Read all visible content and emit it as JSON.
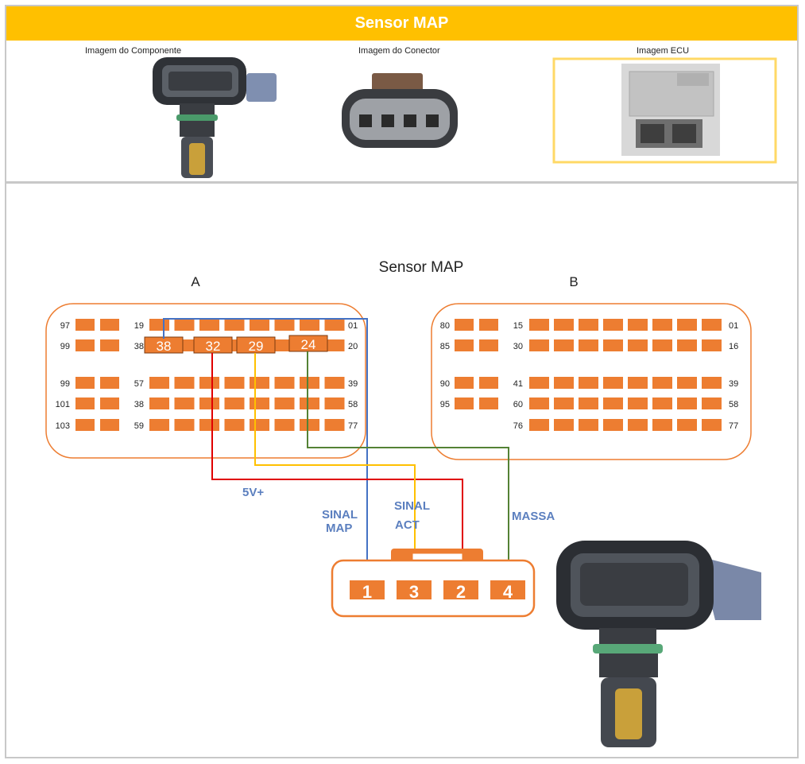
{
  "header": {
    "title": "Sensor MAP"
  },
  "images": {
    "component_caption": "Imagem do Componente",
    "connector_caption": "Imagem do Conector",
    "ecu_caption": "Imagem ECU"
  },
  "diagram": {
    "title": "Sensor MAP",
    "connector_a": {
      "label": "A",
      "rows": [
        {
          "left": "97",
          "mid": "19",
          "right": "01"
        },
        {
          "left": "99",
          "mid": "38",
          "right": "20"
        },
        {
          "left": "99",
          "mid": "57",
          "right": "39"
        },
        {
          "left": "101",
          "mid": "38",
          "right": "58"
        },
        {
          "left": "103",
          "mid": "59",
          "right": "77"
        }
      ],
      "highlighted_pins": [
        "38",
        "32",
        "29",
        "24"
      ]
    },
    "connector_b": {
      "label": "B",
      "rows": [
        {
          "left": "80",
          "mid": "15",
          "right": "01"
        },
        {
          "left": "85",
          "mid": "30",
          "right": "16"
        },
        {
          "left": "90",
          "mid": "41",
          "right": "39"
        },
        {
          "left": "95",
          "mid": "60",
          "right": "58"
        },
        {
          "left": "",
          "mid": "76",
          "right": "77"
        }
      ]
    },
    "sensor_pins": [
      "1",
      "3",
      "2",
      "4"
    ],
    "wires": [
      {
        "name": "5V+",
        "color": "#e00000"
      },
      {
        "name": "SINAL MAP",
        "color": "#4472c4"
      },
      {
        "name": "SINAL ACT",
        "color": "#ffc000"
      },
      {
        "name": "MASSA",
        "color": "#548235"
      }
    ],
    "wire_labels": {
      "v5": "5V+",
      "sinal_map_1": "SINAL",
      "sinal_map_2": "MAP",
      "sinal_act_1": "SINAL",
      "sinal_act_2": "ACT",
      "massa": "MASSA"
    }
  },
  "colors": {
    "header": "#ffc000",
    "pin": "#ed7d31",
    "wire_label": "#5b7fbf"
  }
}
